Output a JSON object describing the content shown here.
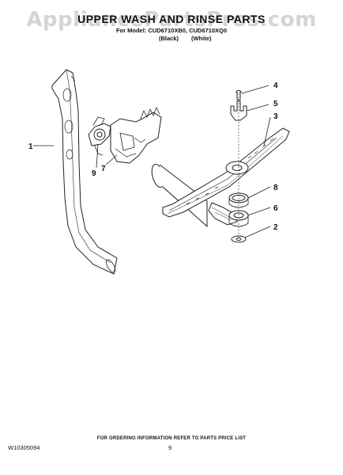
{
  "title": "UPPER WASH AND RINSE PARTS",
  "watermark": "AppliancePartsPros.com",
  "subtitle": "For Model: CUD6710XB0, CUD6710XQ0",
  "color_labels": [
    "(Black)",
    "(White)"
  ],
  "callouts": [
    "1",
    "2",
    "3",
    "4",
    "5",
    "6",
    "7",
    "8",
    "9"
  ],
  "footer_note": "FOR ORDERING INFORMATION REFER TO PARTS PRICE LIST",
  "doc_id": "W10305094",
  "page_number": "9"
}
